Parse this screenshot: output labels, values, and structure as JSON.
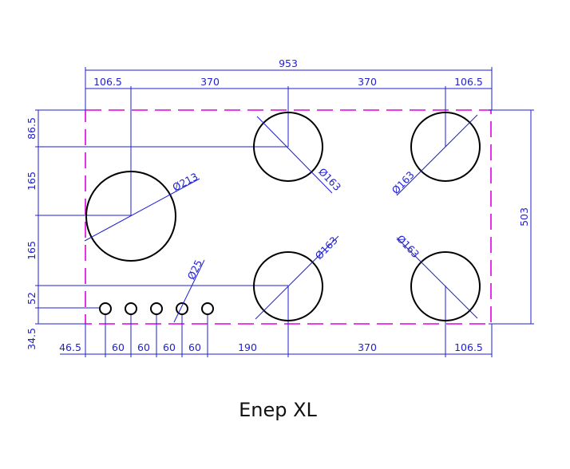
{
  "product_name": "Enep XL",
  "colors": {
    "dimension": "#1f1fd6",
    "outline": "#e000e0",
    "burner": "#000000"
  },
  "dimensions": {
    "overall_width": "953",
    "top_chain": [
      "106.5",
      "370",
      "370",
      "106.5"
    ],
    "bottom_chain": [
      "46.5",
      "60",
      "60",
      "60",
      "60",
      "190",
      "370",
      "106.5"
    ],
    "left_chain": [
      "86.5",
      "165",
      "165",
      "52",
      "34.5"
    ],
    "overall_height": "503"
  },
  "burners": {
    "large": "Ø213",
    "medium_top_center": "Ø163",
    "medium_top_right": "Ø163",
    "medium_bottom_center": "Ø163",
    "medium_bottom_right": "Ø163"
  },
  "knobs": {
    "diameter": "Ø25",
    "count": 5
  }
}
